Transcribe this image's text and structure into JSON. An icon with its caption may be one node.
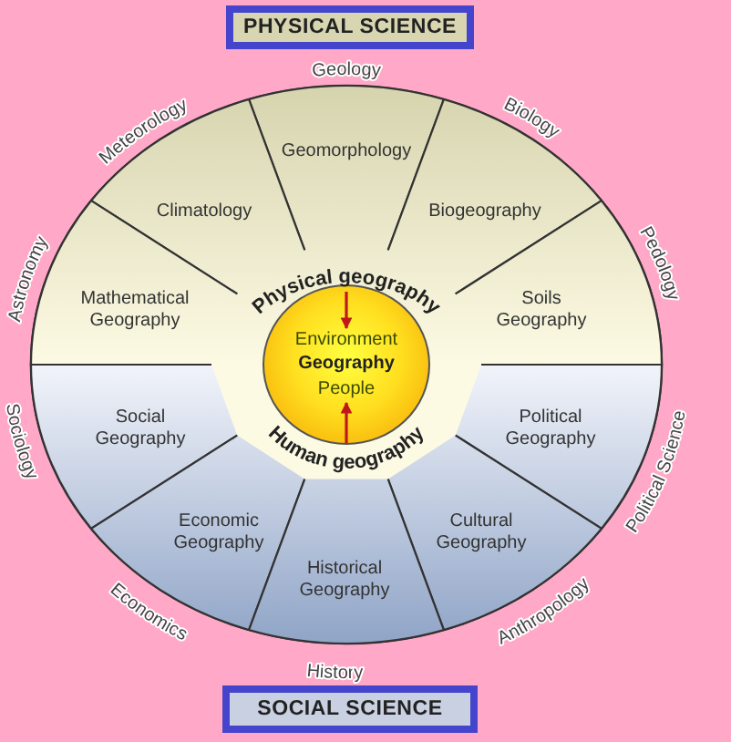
{
  "diagram": {
    "nodes": [
      {
        "text": [
          "PHYSICAL SCIENCE"
        ]
      },
      {
        "text": [
          "Geomorphology"
        ]
      },
      {
        "text": [
          "Climatology"
        ]
      },
      {
        "text": [
          "Biogeography"
        ]
      },
      {
        "text": [
          "Mathematical Geography"
        ]
      },
      {
        "text": [
          "Soils Geography"
        ]
      },
      {
        "text": [
          "Environment",
          "Geography",
          "People"
        ]
      },
      {
        "text": [
          "Social Geography"
        ]
      },
      {
        "text": [
          "Political Geography"
        ]
      },
      {
        "text": [
          "Economic Geography"
        ]
      },
      {
        "text": [
          "Cultural Geography"
        ]
      },
      {
        "text": [
          "Historical Geography"
        ]
      },
      {
        "text": [
          "SOCIAL SCIENCE"
        ]
      }
    ],
    "labels": [
      "Geology",
      "Meteorology",
      "Biology",
      "Astronomy",
      "Pedology",
      "Physical geography",
      "Human geography",
      "Sociology",
      "Political Science",
      "Economics",
      "Anthropology",
      "History"
    ]
  }
}
